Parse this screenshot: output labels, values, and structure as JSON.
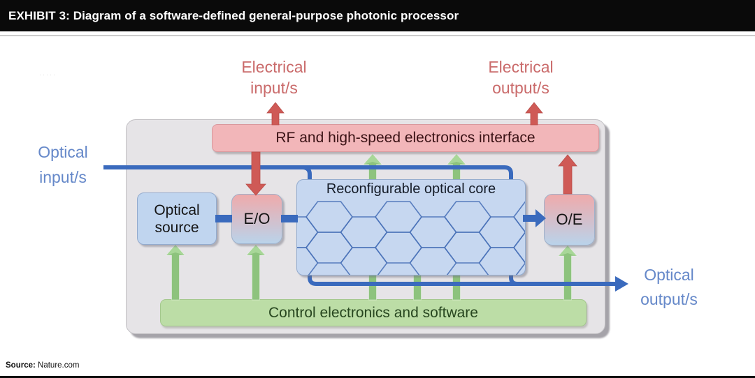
{
  "header": {
    "title": "EXHIBIT 3: Diagram of a software-defined general-purpose photonic processor"
  },
  "footer": {
    "source_label": "Source:",
    "source_value": "Nature.com"
  },
  "diagram": {
    "labels": {
      "electrical_input": {
        "line1": "Electrical",
        "line2": "input/s"
      },
      "electrical_output": {
        "line1": "Electrical",
        "line2": "output/s"
      },
      "optical_input": {
        "line1": "Optical",
        "line2": "input/s"
      },
      "optical_output": {
        "line1": "Optical",
        "line2": "output/s"
      }
    },
    "nodes": {
      "rf_interface": "RF and high-speed electronics interface",
      "optical_source": {
        "line1": "Optical",
        "line2": "source"
      },
      "eo": "E/O",
      "core": "Reconfigurable optical core",
      "oe": "O/E",
      "control": "Control electronics and software"
    },
    "arrow_semantics": {
      "red": "electrical signal path",
      "green": "control path",
      "blue": "optical path"
    }
  },
  "colors": {
    "header_bg": "#0a0a0a",
    "container_bg": "#e6e4e7",
    "rf_box": "#f2b6b9",
    "rf_text": "#3a1215",
    "blue_box": "#c0d5ef",
    "core_box": "#c6d7f0",
    "green_box": "#bcdda6",
    "green_text": "#27461f",
    "gradient_pink": "#efaaab",
    "gradient_blue": "#bad3ea",
    "red_arrow": "#cf5a56",
    "green_arrow": "#8dc37d",
    "green_arrow_head": "#a8d798",
    "blue_line": "#3a6abd",
    "hex_line": "#4a72b8",
    "label_red": "#ca6b6b",
    "label_blue": "#6588c9"
  }
}
